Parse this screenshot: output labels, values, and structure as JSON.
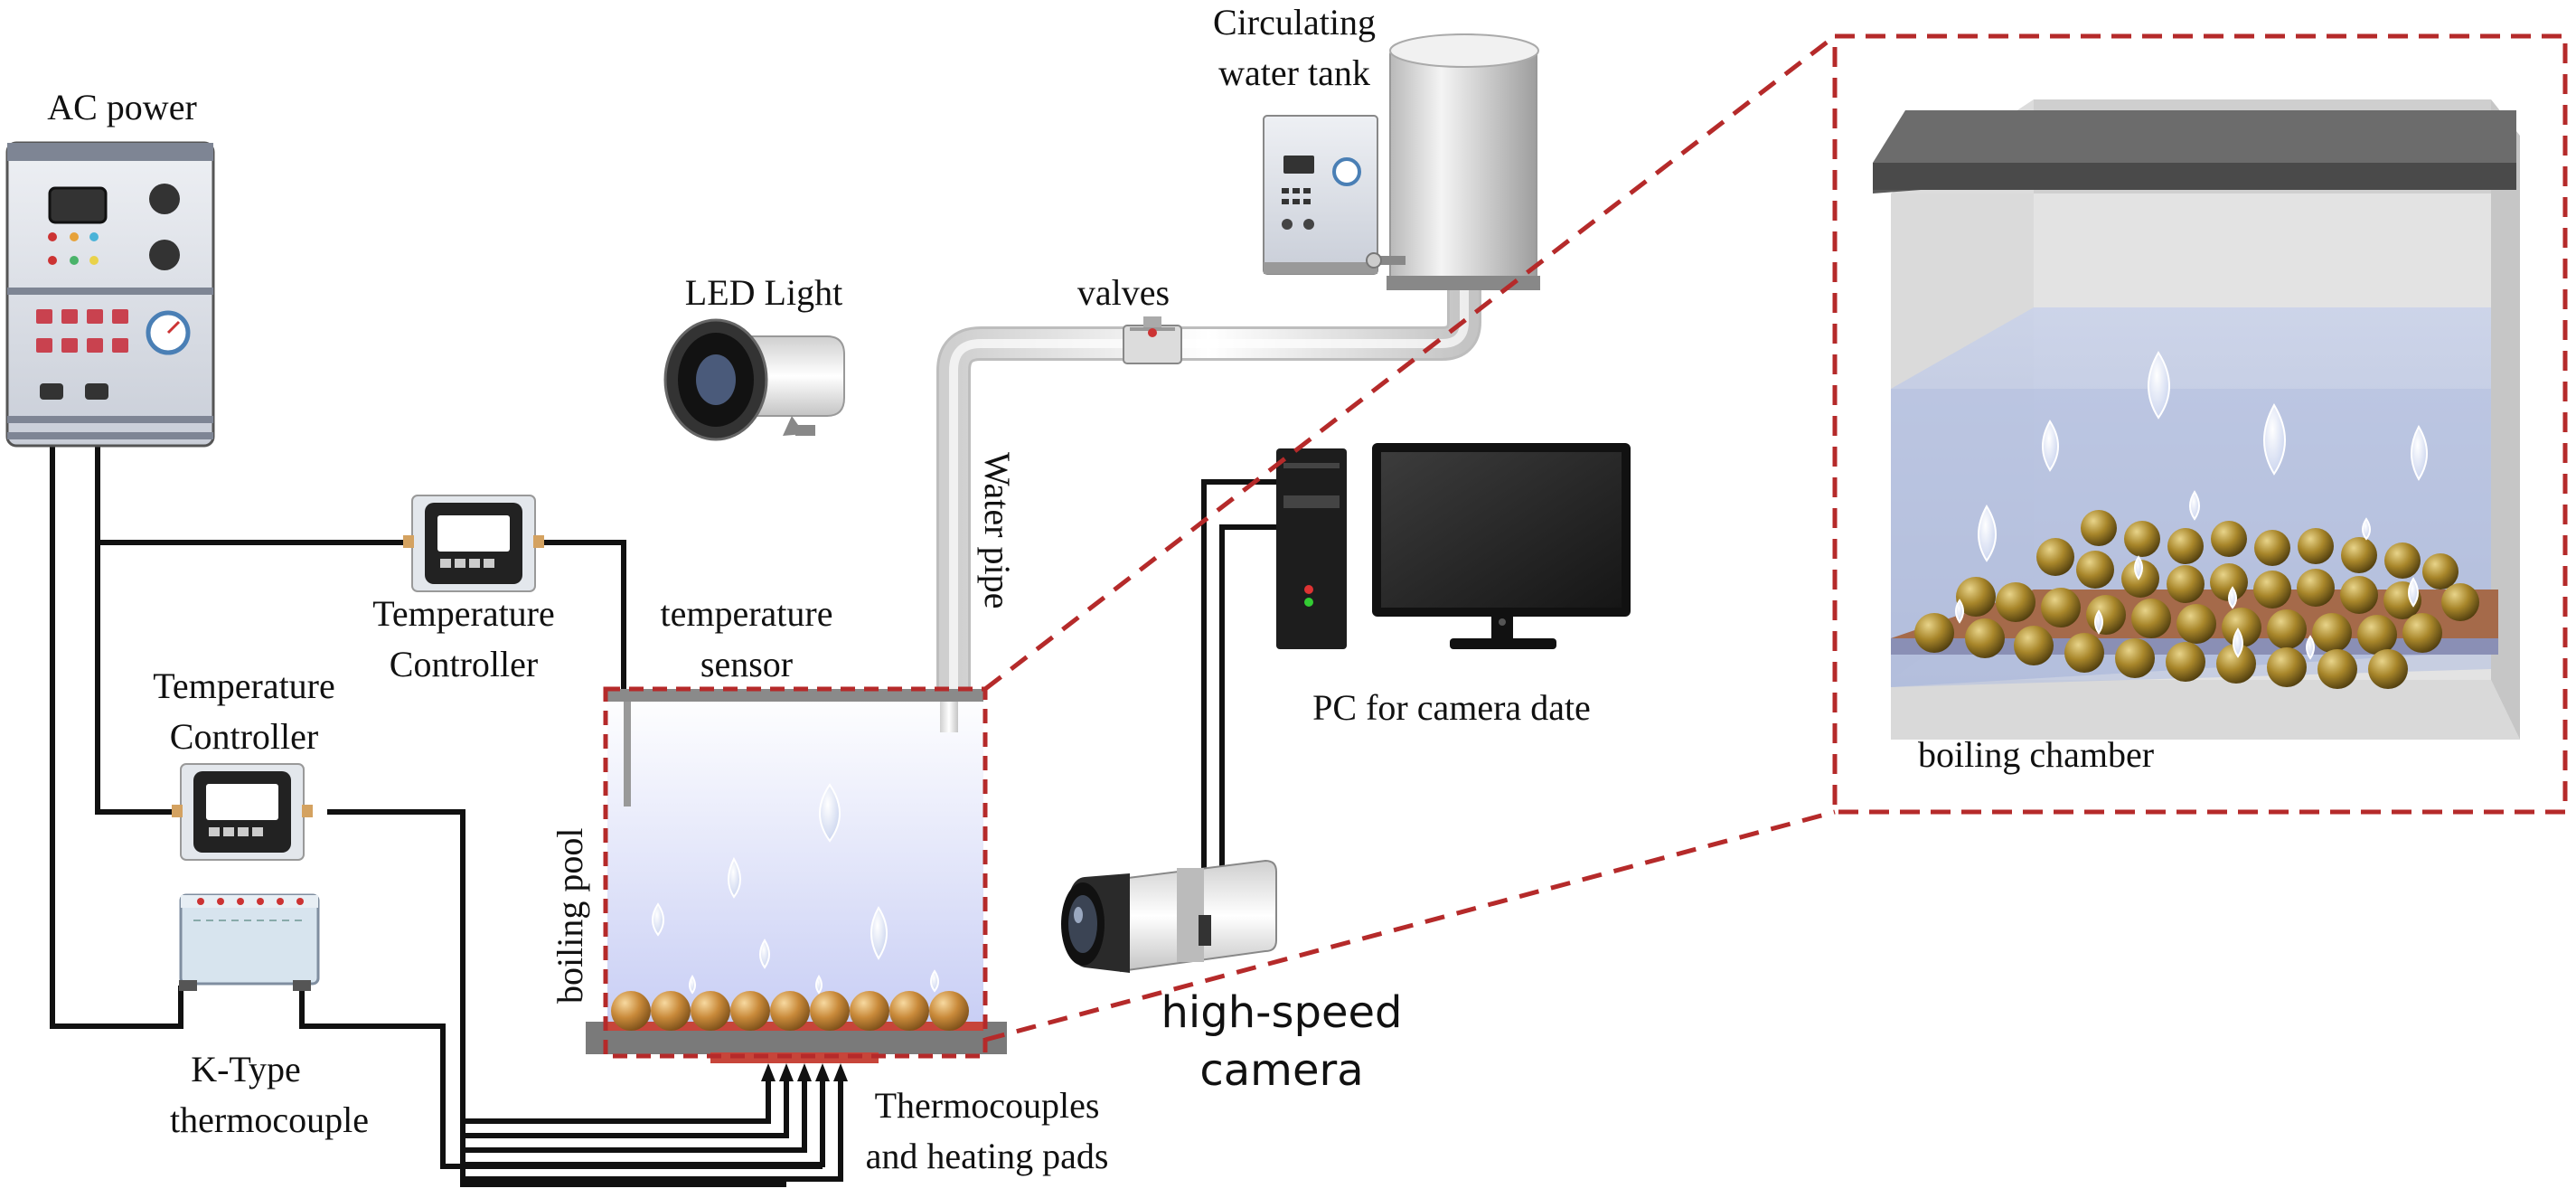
{
  "labels": {
    "ac_power": "AC power",
    "tank_line1": "Circulating",
    "tank_line2": "water tank",
    "led_light": "LED Light",
    "valves": "valves",
    "water_pipe": "Water pipe",
    "temp_ctrl_upper_line1": "Temperature",
    "temp_ctrl_upper_line2": "Controller",
    "temp_sensor_line1": "temperature",
    "temp_sensor_line2": "sensor",
    "temp_ctrl_lower_line1": "Temperature",
    "temp_ctrl_lower_line2": "Controller",
    "boiling_pool": "boiling pool",
    "pc": "PC for camera date",
    "boiling_chamber": "boiling chamber",
    "camera_line1": "high-speed",
    "camera_line2": "camera",
    "ktype_line1": "K-Type",
    "ktype_line2": "thermocouple",
    "thermo_line1": "Thermocouples",
    "thermo_line2": "and heating pads"
  },
  "colors": {
    "wire": "#111111",
    "dashed_frame": "#b52a2a",
    "pipe": "#e9e9e9",
    "particle": "#c98a3a",
    "chamber_lid": "#4a4a4a",
    "water": "#b9c4de"
  }
}
